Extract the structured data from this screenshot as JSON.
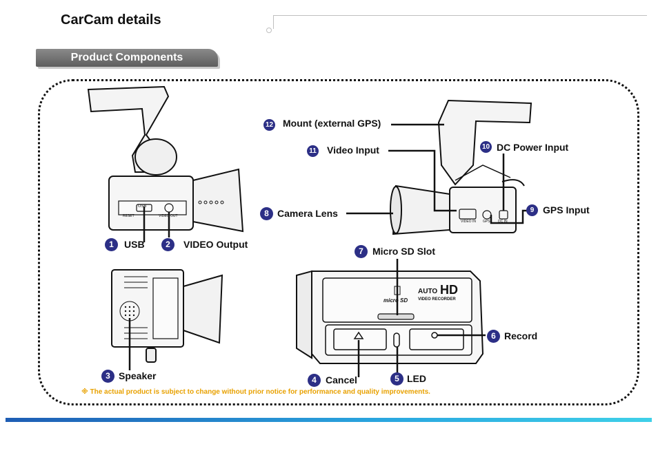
{
  "page": {
    "title": "CarCam details",
    "section_tab": "Product Components",
    "note": "※ The actual product is subject to change without prior notice for performance and quality improvements."
  },
  "callouts": [
    {
      "num": "1",
      "label": "USB"
    },
    {
      "num": "2",
      "label": "VIDEO Output"
    },
    {
      "num": "3",
      "label": "Speaker"
    },
    {
      "num": "4",
      "label": "Cancel"
    },
    {
      "num": "5",
      "label": "LED"
    },
    {
      "num": "6",
      "label": "Record"
    },
    {
      "num": "7",
      "label": "Micro SD Slot"
    },
    {
      "num": "8",
      "label": "Camera Lens"
    },
    {
      "num": "9",
      "label": "GPS  Input"
    },
    {
      "num": "10",
      "label": "DC Power Input"
    },
    {
      "num": "11",
      "label": "Video Input"
    },
    {
      "num": "12",
      "label": "Mount (external GPS)"
    }
  ],
  "device_text": {
    "usb_port": "USB",
    "video_out_port": "VIDEO OUT",
    "reset": "RESET",
    "brand_auto": "AUTO",
    "brand_hd": "HD",
    "brand_sub": "VIDEO RECORDER",
    "micro_sd": "micro SD",
    "video_in_port": "VIDEO IN",
    "gps_port": "GPS",
    "dc_in_port": "DC IN"
  },
  "colors": {
    "badge": "#2c2f86",
    "note": "#e8a100",
    "tab": "#6f6f6f",
    "bottom_bar_start": "#1e5db4",
    "bottom_bar_end": "#3fd0e8"
  }
}
